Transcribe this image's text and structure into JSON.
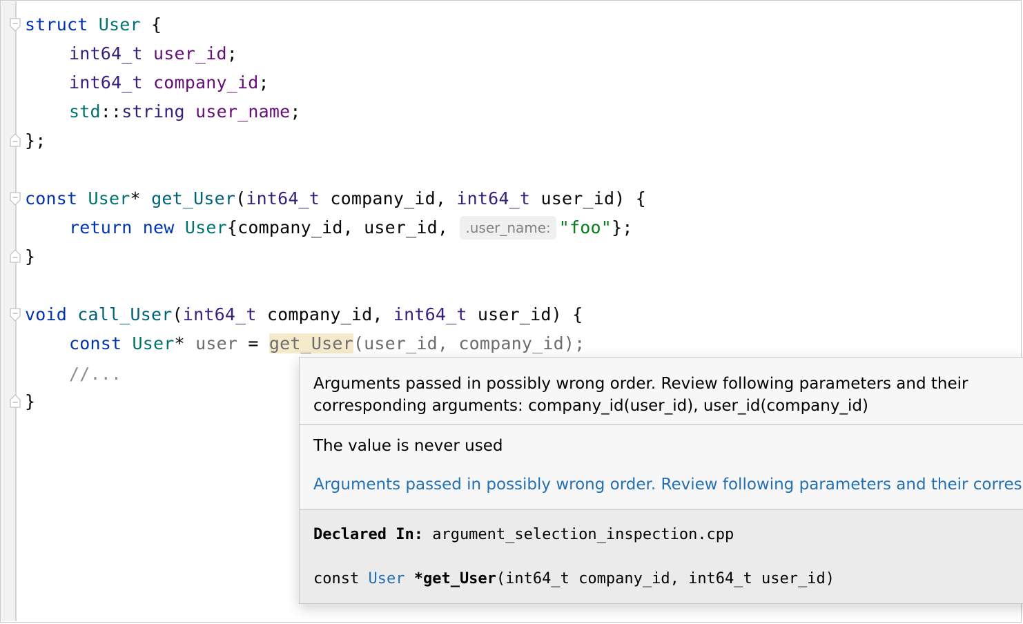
{
  "editor": {
    "lines": {
      "l1": {
        "kw": "struct",
        "type": "User",
        "rest": " {"
      },
      "l2": {
        "prim": "int64_t",
        "field": "user_id",
        "rest": ";"
      },
      "l3": {
        "prim": "int64_t",
        "field": "company_id",
        "rest": ";"
      },
      "l4": {
        "ns": "std",
        "sep": "::",
        "prim": "string",
        "field": "user_name",
        "rest": ";"
      },
      "l5": {
        "text": "};"
      },
      "l7": {
        "kw": "const",
        "type": "User",
        "star": "*",
        "fn": "get_User",
        "p1type": "int64_t",
        "p1": "company_id",
        "p2type": "int64_t",
        "p2": "user_id",
        "rest": ") {"
      },
      "l8": {
        "kw1": "return",
        "kw2": "new",
        "type": "User",
        "args": "{company_id, user_id, ",
        "hint": ".user_name:",
        "str": "\"foo\"",
        "rest": "};"
      },
      "l9": {
        "text": "}"
      },
      "l11": {
        "kw": "void",
        "fn": "call_User",
        "p1type": "int64_t",
        "p1": "company_id",
        "p2type": "int64_t",
        "p2": "user_id",
        "rest": ") {"
      },
      "l12": {
        "kw": "const",
        "type": "User",
        "star": "*",
        "var": "user",
        "eq": " = ",
        "fn": "get_User",
        "args": "(user_id, company_id);"
      },
      "l13": {
        "comment": "//..."
      },
      "l14": {
        "text": "}"
      }
    }
  },
  "tooltip": {
    "message_line1": "Arguments passed in possibly wrong order. Review following parameters and their",
    "message_line2": "corresponding arguments: company_id(user_id), user_id(company_id)",
    "message2": "The value is never used",
    "link": "Arguments passed in possibly wrong order. Review following parameters and their correspo",
    "declared_label": "Declared In:",
    "declared_file": "argument_selection_inspection.cpp",
    "sig_const": "const ",
    "sig_type": "User",
    "sig_name": " *get_User",
    "sig_params": "(int64_t company_id, int64_t user_id)"
  }
}
